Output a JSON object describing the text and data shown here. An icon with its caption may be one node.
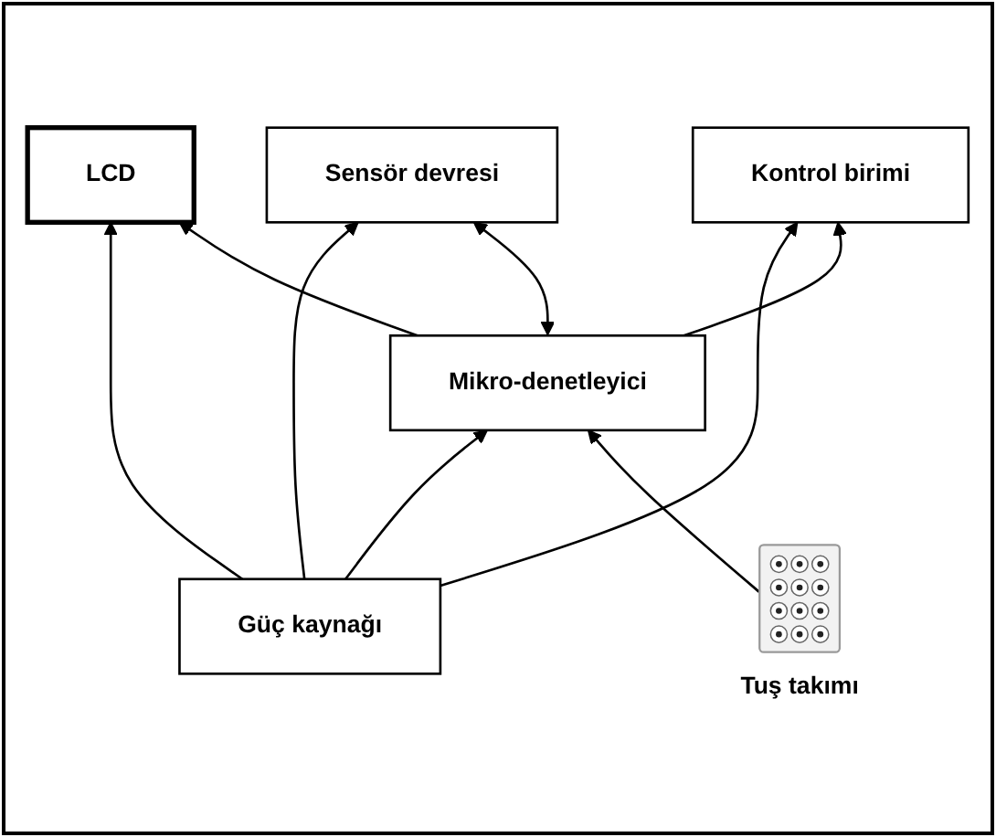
{
  "diagram": {
    "nodes": [
      {
        "text": [
          "LCD"
        ]
      },
      {
        "text": [
          "Güç kaynağı"
        ]
      },
      {
        "text": [
          "Mikro-denetleyici"
        ]
      },
      {
        "text": [
          "Sensör devresi"
        ]
      },
      {
        "text": [
          "Kontrol birimi"
        ]
      },
      {
        "text": [
          "Tuş takımı"
        ]
      }
    ],
    "edges": [
      {
        "from": 1,
        "to": 0,
        "arrow": "to"
      },
      {
        "from": 1,
        "to": 3,
        "arrow": "to"
      },
      {
        "from": 1,
        "to": 4,
        "arrow": "to"
      },
      {
        "from": 1,
        "to": 2,
        "arrow": "to"
      },
      {
        "from": 2,
        "to": 0,
        "arrow": "to"
      },
      {
        "from": 2,
        "to": 3,
        "arrow": "both"
      },
      {
        "from": 2,
        "to": 4,
        "arrow": "to"
      },
      {
        "from": 5,
        "to": 2,
        "arrow": "to"
      }
    ]
  }
}
